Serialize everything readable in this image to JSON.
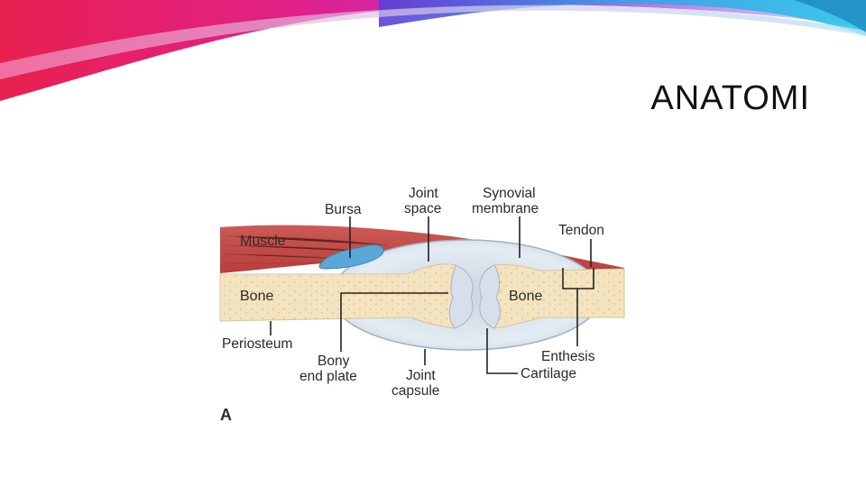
{
  "slide": {
    "title": "ANATOMI"
  },
  "diagram": {
    "panel_letter": "A",
    "labels": {
      "bursa": "Bursa",
      "joint_space_1": "Joint",
      "joint_space_2": "space",
      "synovial_1": "Synovial",
      "synovial_2": "membrane",
      "tendon": "Tendon",
      "muscle": "Muscle",
      "bone_left": "Bone",
      "bone_right": "Bone",
      "periosteum": "Periosteum",
      "bony_end_plate_1": "Bony",
      "bony_end_plate_2": "end plate",
      "joint_capsule_1": "Joint",
      "joint_capsule_2": "capsule",
      "enthesis": "Enthesis",
      "cartilage": "Cartilage"
    }
  },
  "colors": {
    "muscle": "#c8504c",
    "bone": "#f4e3bf",
    "bursa": "#5aa8d8",
    "capsule": "#dfe8f0",
    "cartilage": "#b9c6d6"
  }
}
